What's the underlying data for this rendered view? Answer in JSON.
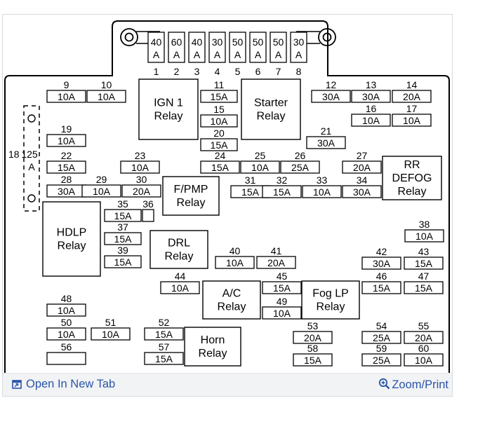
{
  "top_fuses": [
    {
      "num": "1",
      "rating": [
        "40",
        "A"
      ]
    },
    {
      "num": "2",
      "rating": [
        "60",
        "A"
      ]
    },
    {
      "num": "3",
      "rating": [
        "40",
        "A"
      ]
    },
    {
      "num": "4",
      "rating": [
        "30",
        "A"
      ]
    },
    {
      "num": "5",
      "rating": [
        "50",
        "A"
      ]
    },
    {
      "num": "6",
      "rating": [
        "50",
        "A"
      ]
    },
    {
      "num": "7",
      "rating": [
        "50",
        "A"
      ]
    },
    {
      "num": "8",
      "rating": [
        "30",
        "A"
      ]
    }
  ],
  "fuses": [
    {
      "num": "9",
      "rating": "10A"
    },
    {
      "num": "10",
      "rating": "10A"
    },
    {
      "num": "11",
      "rating": "15A"
    },
    {
      "num": "12",
      "rating": "30A"
    },
    {
      "num": "13",
      "rating": "30A"
    },
    {
      "num": "14",
      "rating": "20A"
    },
    {
      "num": "15",
      "rating": "10A"
    },
    {
      "num": "16",
      "rating": "10A"
    },
    {
      "num": "17",
      "rating": "10A"
    },
    {
      "num": "19",
      "rating": "10A"
    },
    {
      "num": "20",
      "rating": "15A"
    },
    {
      "num": "21",
      "rating": "30A"
    },
    {
      "num": "22",
      "rating": "15A"
    },
    {
      "num": "23",
      "rating": "10A"
    },
    {
      "num": "24",
      "rating": "15A"
    },
    {
      "num": "25",
      "rating": "10A"
    },
    {
      "num": "26",
      "rating": "25A"
    },
    {
      "num": "27",
      "rating": "20A"
    },
    {
      "num": "28",
      "rating": "30A"
    },
    {
      "num": "29",
      "rating": "10A"
    },
    {
      "num": "30",
      "rating": "20A"
    },
    {
      "num": "31",
      "rating": "15A"
    },
    {
      "num": "32",
      "rating": "15A"
    },
    {
      "num": "33",
      "rating": "10A"
    },
    {
      "num": "34",
      "rating": "30A"
    },
    {
      "num": "35",
      "rating": "15A"
    },
    {
      "num": "36",
      "rating": ""
    },
    {
      "num": "37",
      "rating": "15A"
    },
    {
      "num": "38",
      "rating": "10A"
    },
    {
      "num": "39",
      "rating": "15A"
    },
    {
      "num": "40",
      "rating": "10A"
    },
    {
      "num": "41",
      "rating": "20A"
    },
    {
      "num": "42",
      "rating": "30A"
    },
    {
      "num": "43",
      "rating": "15A"
    },
    {
      "num": "44",
      "rating": "10A"
    },
    {
      "num": "45",
      "rating": "15A"
    },
    {
      "num": "46",
      "rating": "15A"
    },
    {
      "num": "47",
      "rating": "15A"
    },
    {
      "num": "48",
      "rating": "10A"
    },
    {
      "num": "49",
      "rating": "10A"
    },
    {
      "num": "50",
      "rating": "10A"
    },
    {
      "num": "51",
      "rating": "10A"
    },
    {
      "num": "52",
      "rating": "15A"
    },
    {
      "num": "53",
      "rating": "20A"
    },
    {
      "num": "54",
      "rating": "25A"
    },
    {
      "num": "55",
      "rating": "20A"
    },
    {
      "num": "56",
      "rating": ""
    },
    {
      "num": "57",
      "rating": "15A"
    },
    {
      "num": "58",
      "rating": "15A"
    },
    {
      "num": "59",
      "rating": "25A"
    },
    {
      "num": "60",
      "rating": "10A"
    }
  ],
  "relays": [
    {
      "id": "ign1",
      "lines": [
        "IGN 1",
        "Relay"
      ]
    },
    {
      "id": "starter",
      "lines": [
        "Starter",
        "Relay"
      ]
    },
    {
      "id": "rr-defog",
      "lines": [
        "RR",
        "DEFOG",
        "Relay"
      ]
    },
    {
      "id": "fpmp",
      "lines": [
        "F/PMP",
        "Relay"
      ]
    },
    {
      "id": "hdlp",
      "lines": [
        "HDLP",
        "Relay"
      ]
    },
    {
      "id": "drl",
      "lines": [
        "DRL",
        "Relay"
      ]
    },
    {
      "id": "ac",
      "lines": [
        "A/C",
        "Relay"
      ]
    },
    {
      "id": "fog-lp",
      "lines": [
        "Fog LP",
        "Relay"
      ]
    },
    {
      "id": "horn",
      "lines": [
        "Horn",
        "Relay"
      ]
    }
  ],
  "side_fuse": {
    "nums": [
      "18",
      "125"
    ],
    "rating": "A"
  },
  "footer": {
    "open_label": "Open In New Tab",
    "zoom_label": "Zoom/Print"
  },
  "colors": {
    "link": "#2a55a8",
    "footer_bg": "#f2f3f5",
    "line": "#000000"
  },
  "icons": {
    "open": "open-new-tab-icon",
    "zoom": "zoom-in-icon"
  }
}
